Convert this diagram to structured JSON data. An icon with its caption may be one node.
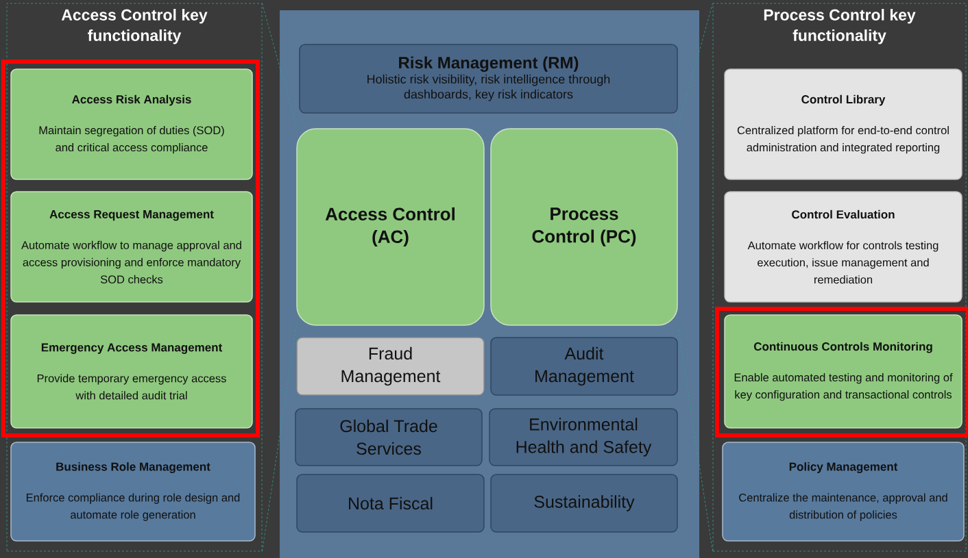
{
  "diagram": {
    "nodes": [
      {
        "text": [
          "Access Control key functionality"
        ]
      },
      {
        "text": [],
        "shape": "box",
        "in": 0
      },
      {
        "text": [
          "Access Risk Analysis",
          "Maintain segregation of duties (SOD) and critical access compliance"
        ],
        "in": 1
      },
      {
        "text": [
          "Access Request Management",
          "Automate workflow to manage approval and access provisioning and enforce mandatory SOD checks"
        ],
        "in": 1
      },
      {
        "text": [
          "Emergency Access Management",
          "Provide temporary emergency access with detailed audit trial"
        ],
        "in": 1
      },
      {
        "text": [
          "Business Role Management",
          "Enforce compliance during role design and automate role generation"
        ],
        "in": 0
      },
      {
        "text": [],
        "shape": "box"
      },
      {
        "text": [
          "Risk Management (RM)",
          "Holistic risk visibility, risk intelligence through dashboards, key risk indicators"
        ],
        "in": 6
      },
      {
        "text": [
          "Access Control (AC)"
        ],
        "in": 6
      },
      {
        "text": [
          "Process Control (PC)"
        ],
        "in": 6
      },
      {
        "text": [
          "Fraud Management"
        ],
        "in": 6
      },
      {
        "text": [
          "Audit Management"
        ],
        "in": 6
      },
      {
        "text": [
          "Global Trade Services"
        ],
        "in": 6
      },
      {
        "text": [
          "Environmental Health and Safety"
        ],
        "in": 6
      },
      {
        "text": [
          "Nota Fiscal"
        ],
        "in": 6
      },
      {
        "text": [
          "Sustainability"
        ],
        "in": 6
      },
      {
        "text": [
          "Process Control key functionality"
        ]
      },
      {
        "text": [
          "Control Library",
          "Centralized platform for end-to-end control administration and integrated reporting"
        ],
        "in": 16
      },
      {
        "text": [
          "Control Evaluation",
          "Automate workflow for controls testing execution, issue management and remediation"
        ],
        "in": 16
      },
      {
        "text": [],
        "shape": "box",
        "in": 16
      },
      {
        "text": [
          "Continuous Controls Monitoring",
          "Enable automated testing and monitoring of key configuration and transactional controls"
        ],
        "in": 19
      },
      {
        "text": [
          "Policy Management",
          "Centralize the maintenance, approval and distribution of policies"
        ],
        "in": 16
      }
    ],
    "edges": [
      {
        "from": 0,
        "to": 8,
        "arrow": "none",
        "style": "dashed"
      },
      {
        "from": 0,
        "to": 8,
        "arrow": "none",
        "style": "dashed"
      },
      {
        "from": 16,
        "to": 9,
        "arrow": "none",
        "style": "dashed"
      },
      {
        "from": 16,
        "to": 9,
        "arrow": "none",
        "style": "dashed"
      }
    ]
  }
}
